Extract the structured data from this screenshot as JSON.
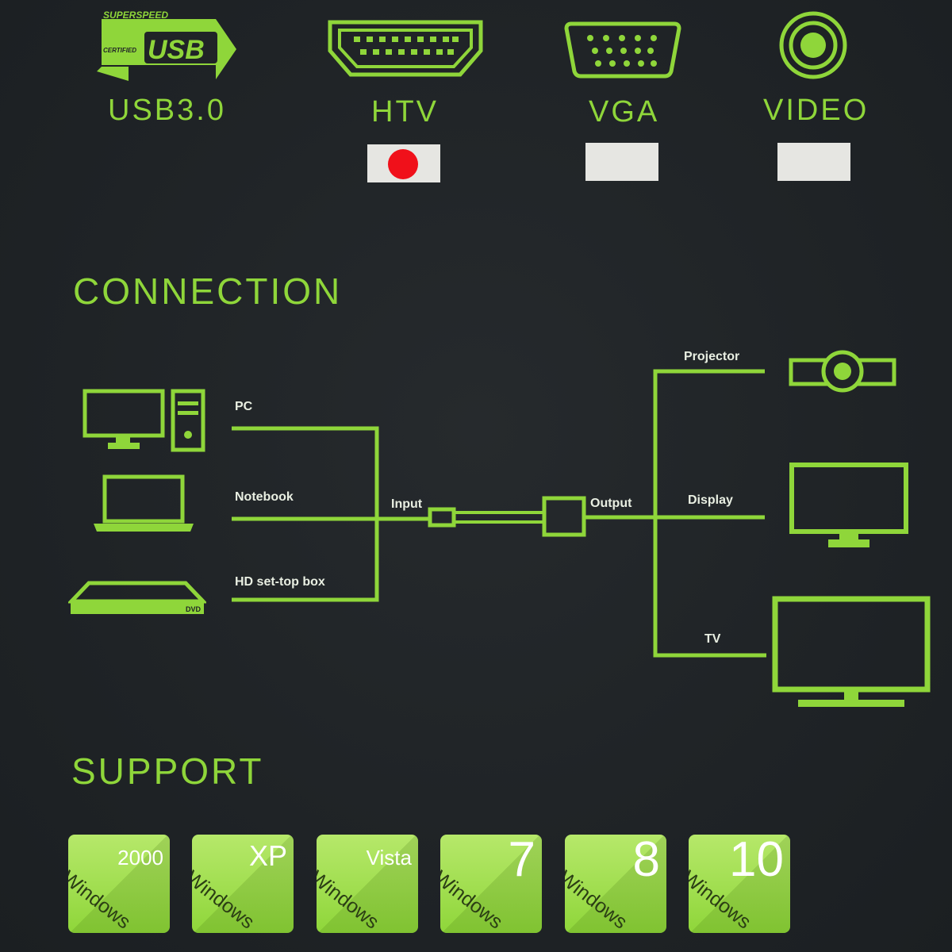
{
  "ports": [
    {
      "label": "USB3.0",
      "logo_top": "SUPERSPEED",
      "logo_small": "CERTIFIED",
      "logo_main": "USB",
      "icon": "usb-superspeed-logo"
    },
    {
      "label": "HTV",
      "icon": "hdmi-port-icon",
      "selected": true
    },
    {
      "label": "VGA",
      "icon": "vga-port-icon",
      "selected": false
    },
    {
      "label": "VIDEO",
      "icon": "rca-port-icon",
      "selected": false
    }
  ],
  "connection": {
    "title": "CONNECTION",
    "inputs": [
      "PC",
      "Notebook",
      "HD set-top box"
    ],
    "input_label": "Input",
    "output_label": "Output",
    "outputs": [
      "Projector",
      "Display",
      "TV"
    ],
    "dvd_label": "DVD"
  },
  "support": {
    "title": "SUPPORT",
    "os": [
      {
        "name": "Windows",
        "version": "2000"
      },
      {
        "name": "Windows",
        "version": "XP"
      },
      {
        "name": "Windows",
        "version": "Vista"
      },
      {
        "name": "Windows",
        "version": "7"
      },
      {
        "name": "Windows",
        "version": "8"
      },
      {
        "name": "Windows",
        "version": "10"
      }
    ]
  },
  "colors": {
    "background": "#202427",
    "accent": "#8fd63a",
    "selected_dot": "#f0101a",
    "swatch": "#e6e6e2"
  }
}
